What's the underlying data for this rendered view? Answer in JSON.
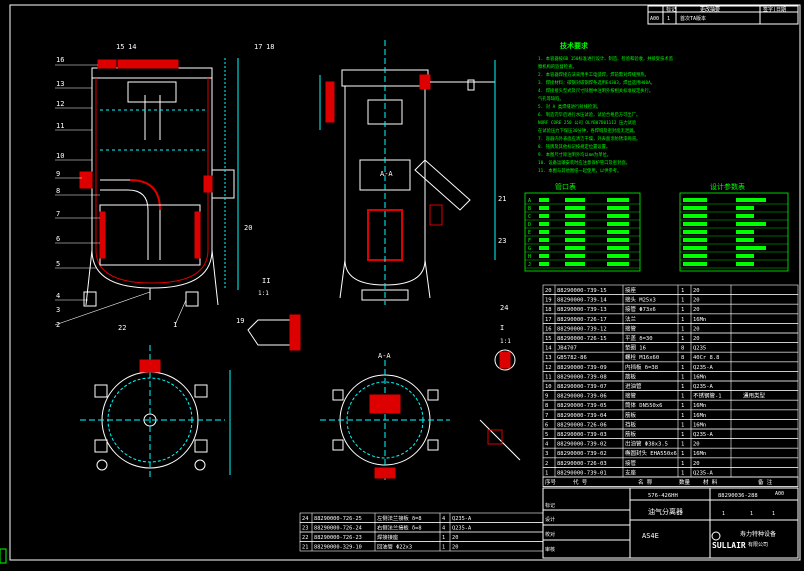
{
  "revision_block": {
    "col_mark": "标记",
    "col_content": "更改抽要",
    "col_sign": "签字|日期",
    "row_code": "A00",
    "row_no": "1",
    "row_desc": "首次TA版本"
  },
  "tech_requirements": {
    "title": "技术要求",
    "lines": [
      "1. 本容器按GB 150标准进行设计、制造、检验和验收，并接受技术监",
      "   察机构的监督检查。",
      "2. 本容器焊接方法采用手工电弧焊，焊前需对焊缝预热。",
      "3. 焊接材料：碳钢对碳钢焊条选用E4303，焊丝选用H08A。",
      "4. 焊接接头型式及尺寸除图中注明外按相关标准规定执行。",
      "   气孔等缺陷。",
      "5. 对 A 类焊缝进行射线检测。",
      "6. 制造完毕后进行水压试验，试验合格后方可出厂。",
      "   NORF CORE 250 公司 OLYB07D01112 压力试验",
      "   在试验压力下保压30分钟，各焊缝及密封面无泄漏。",
      "7. 容器内外表面应清洁干燥，外表面涂防锈漆两道。",
      "8. 铭牌及其他标记按规定位置设置。",
      "9. 本图尺寸除注明外均以mm为单位。",
      "10. 设备运输安装时应注意保护管口及密封面。",
      "11. 本图与其他图纸一起使用，以供参考。"
    ]
  },
  "nozzle_table": {
    "title": "管口表",
    "rows": [
      "A",
      "B",
      "C",
      "D",
      "E",
      "F",
      "G",
      "H",
      "J"
    ]
  },
  "design_table": {
    "title": "设计参数表"
  },
  "view_labels": {
    "section_aa": "A-A",
    "view_ii": "II",
    "scale_1": "1:1",
    "view_i": "I",
    "scale_2": "1:1",
    "view_aa_top": "A-A"
  },
  "parts_list": {
    "rows": [
      {
        "no": "20",
        "code": "88290000-739-15",
        "name": "接座",
        "qty": "1",
        "mat": "20"
      },
      {
        "no": "19",
        "code": "88290000-739-14",
        "name": "接头 M25x3",
        "qty": "1",
        "mat": "20"
      },
      {
        "no": "18",
        "code": "88290000-739-13",
        "name": "接管 Φ73x6",
        "qty": "1",
        "mat": "20"
      },
      {
        "no": "17",
        "code": "88290000-726-17",
        "name": "法兰",
        "qty": "1",
        "mat": "16Mn"
      },
      {
        "no": "16",
        "code": "88290000-739-12",
        "name": "接管",
        "qty": "1",
        "mat": "20"
      },
      {
        "no": "15",
        "code": "88290000-726-15",
        "name": "平盖 δ=30",
        "qty": "1",
        "mat": "20"
      },
      {
        "no": "14",
        "code": "JB4707",
        "name": "垫圈 16",
        "qty": "8",
        "mat": "Q235"
      },
      {
        "no": "13",
        "code": "GB5782-86",
        "name": "螺栓 M16x60",
        "qty": "8",
        "mat": "40Cr 8.8"
      },
      {
        "no": "12",
        "code": "88290000-739-09",
        "name": "内挡板 δ=38",
        "qty": "1",
        "mat": "Q235-A"
      },
      {
        "no": "11",
        "code": "88290000-739-08",
        "name": "筋板",
        "qty": "1",
        "mat": "16Mn"
      },
      {
        "no": "10",
        "code": "88290000-739-07",
        "name": "进油管",
        "qty": "1",
        "mat": "Q235-A"
      },
      {
        "no": "9",
        "code": "88290000-739-06",
        "name": "接管",
        "qty": "1",
        "mat": "不锈钢管-1"
      },
      {
        "no": "8",
        "code": "88290000-739-05",
        "name": "筒体 DN550x6",
        "qty": "1",
        "mat": "16Mn"
      },
      {
        "no": "7",
        "code": "88290000-739-04",
        "name": "筋板",
        "qty": "1",
        "mat": "16Mn"
      },
      {
        "no": "6",
        "code": "88290000-726-06",
        "name": "挡板",
        "qty": "1",
        "mat": "16Mn"
      },
      {
        "no": "5",
        "code": "88290000-739-03",
        "name": "筋板",
        "qty": "1",
        "mat": "Q235-A"
      },
      {
        "no": "4",
        "code": "88290000-739-02",
        "name": "出油管 Φ38x3.5",
        "qty": "1",
        "mat": "20"
      },
      {
        "no": "3",
        "code": "88290000-739-02",
        "name": "椭圆封头 EHA550x6",
        "qty": "1",
        "mat": "16Mn"
      },
      {
        "no": "2",
        "code": "88290000-726-03",
        "name": "接管",
        "qty": "1",
        "mat": "20"
      },
      {
        "no": "1",
        "code": "88290000-739-01",
        "name": "支座",
        "qty": "1",
        "mat": "Q235-A"
      }
    ],
    "header": {
      "no": "序号",
      "code": "代  号",
      "name": "名    称",
      "qty": "数量",
      "mat": "材    料",
      "remark": "备  注"
    },
    "remark_row9": "通用类型"
  },
  "parts_list_2": {
    "rows": [
      {
        "no": "24",
        "code": "88290000-726-25",
        "name": "左侧法兰接板 δ=8",
        "qty": "4",
        "mat": "Q235-A"
      },
      {
        "no": "23",
        "code": "88290000-726-24",
        "name": "右侧法兰接板 δ=8",
        "qty": "4",
        "mat": "Q235-A"
      },
      {
        "no": "22",
        "code": "88290000-726-23",
        "name": "焊接接座",
        "qty": "1",
        "mat": "20"
      },
      {
        "no": "21",
        "code": "88290000-329-10",
        "name": "回油管 Φ22x3",
        "qty": "1",
        "mat": "20"
      }
    ]
  },
  "title_block": {
    "drawing_no": "576-426HH",
    "part_no": "88290036-288",
    "rev": "A00",
    "title": "油气分离器",
    "material": "AS4E",
    "scale": "1",
    "sheet": "1",
    "sheets": "1",
    "company_cn": "寿力特种设备",
    "company_cn2": "有限公司",
    "brand": "SULLAIR",
    "label_sign": "标记",
    "label_design": "设计",
    "label_check": "校对",
    "label_approve": "审核"
  },
  "callouts": [
    "16",
    "15",
    "14",
    "17",
    "18",
    "13",
    "12",
    "11",
    "10",
    "9",
    "8",
    "7",
    "6",
    "5",
    "4",
    "3",
    "2",
    "1",
    "22",
    "20",
    "21",
    "23",
    "24",
    "19"
  ],
  "colors": {
    "background": "#000000",
    "line": "#ffffff",
    "highlight": "#ff0000",
    "text": "#00ff00",
    "accent_yellow": "#ffff00",
    "dim": "#00ffff"
  }
}
